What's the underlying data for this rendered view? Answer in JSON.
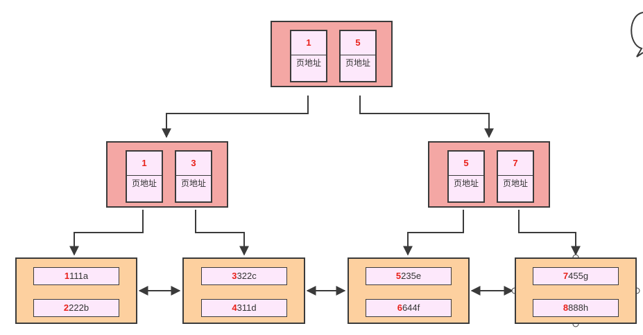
{
  "colors": {
    "internal_node": "#f4a7a4",
    "leaf_node": "#fdd09f",
    "cell": "#fde8fb",
    "key_text": "#e8211a",
    "line": "#3a3a3a"
  },
  "root": {
    "entries": [
      {
        "key": "1",
        "addr": "页地址"
      },
      {
        "key": "5",
        "addr": "页地址"
      }
    ]
  },
  "internal_nodes": [
    {
      "entries": [
        {
          "key": "1",
          "addr": "页地址"
        },
        {
          "key": "3",
          "addr": "页地址"
        }
      ]
    },
    {
      "entries": [
        {
          "key": "5",
          "addr": "页地址"
        },
        {
          "key": "7",
          "addr": "页地址"
        }
      ]
    }
  ],
  "leaves": [
    {
      "records": [
        {
          "key": "1",
          "rest": "111a"
        },
        {
          "key": "2",
          "rest": "222b"
        }
      ]
    },
    {
      "records": [
        {
          "key": "3",
          "rest": "322c"
        },
        {
          "key": "4",
          "rest": "311d"
        }
      ]
    },
    {
      "records": [
        {
          "key": "5",
          "rest": "235e"
        },
        {
          "key": "6",
          "rest": "644f"
        }
      ]
    },
    {
      "records": [
        {
          "key": "7",
          "rest": "455g"
        },
        {
          "key": "8",
          "rest": "888h"
        }
      ]
    }
  ]
}
